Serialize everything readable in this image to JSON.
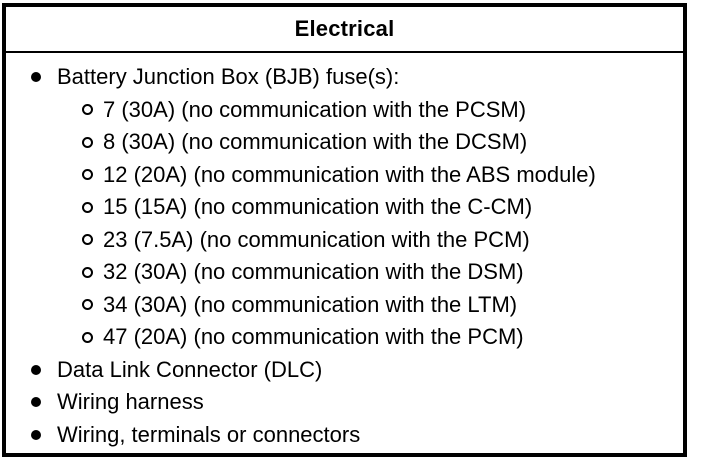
{
  "panel": {
    "title": "Electrical",
    "colors": {
      "text": "#000000",
      "border": "#000000",
      "background": "#ffffff"
    },
    "items": [
      {
        "label": "Battery Junction Box (BJB) fuse(s):",
        "subitems": [
          "7 (30A) (no communication with the PCSM)",
          "8 (30A) (no communication with the DCSM)",
          "12 (20A) (no communication with the ABS module)",
          "15 (15A) (no communication with the C-CM)",
          "23 (7.5A) (no communication with the PCM)",
          "32 (30A) (no communication with the DSM)",
          "34 (30A) (no communication with the LTM)",
          "47 (20A) (no communication with the PCM)"
        ]
      },
      {
        "label": "Data Link Connector (DLC)",
        "subitems": []
      },
      {
        "label": "Wiring harness",
        "subitems": []
      },
      {
        "label": "Wiring, terminals or connectors",
        "subitems": []
      }
    ]
  }
}
